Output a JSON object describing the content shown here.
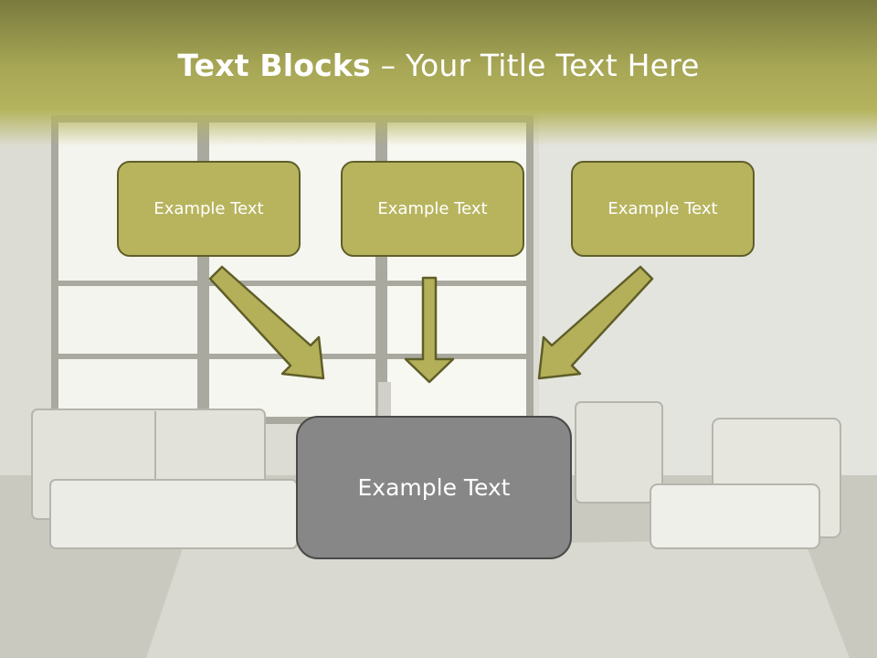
{
  "title": {
    "bold": "Text Blocks",
    "light": "– Your Title Text Here"
  },
  "blocks": [
    {
      "label": "Example Text"
    },
    {
      "label": "Example Text"
    },
    {
      "label": "Example Text"
    },
    {
      "label": "Example Text"
    }
  ],
  "colors": {
    "title_band": "#a6a655",
    "box_fill": "#b8b45e",
    "box_border": "#5f5e28",
    "center_fill": "#878787",
    "arrow_fill": "#b4b05a",
    "arrow_stroke": "#5f5e28"
  }
}
